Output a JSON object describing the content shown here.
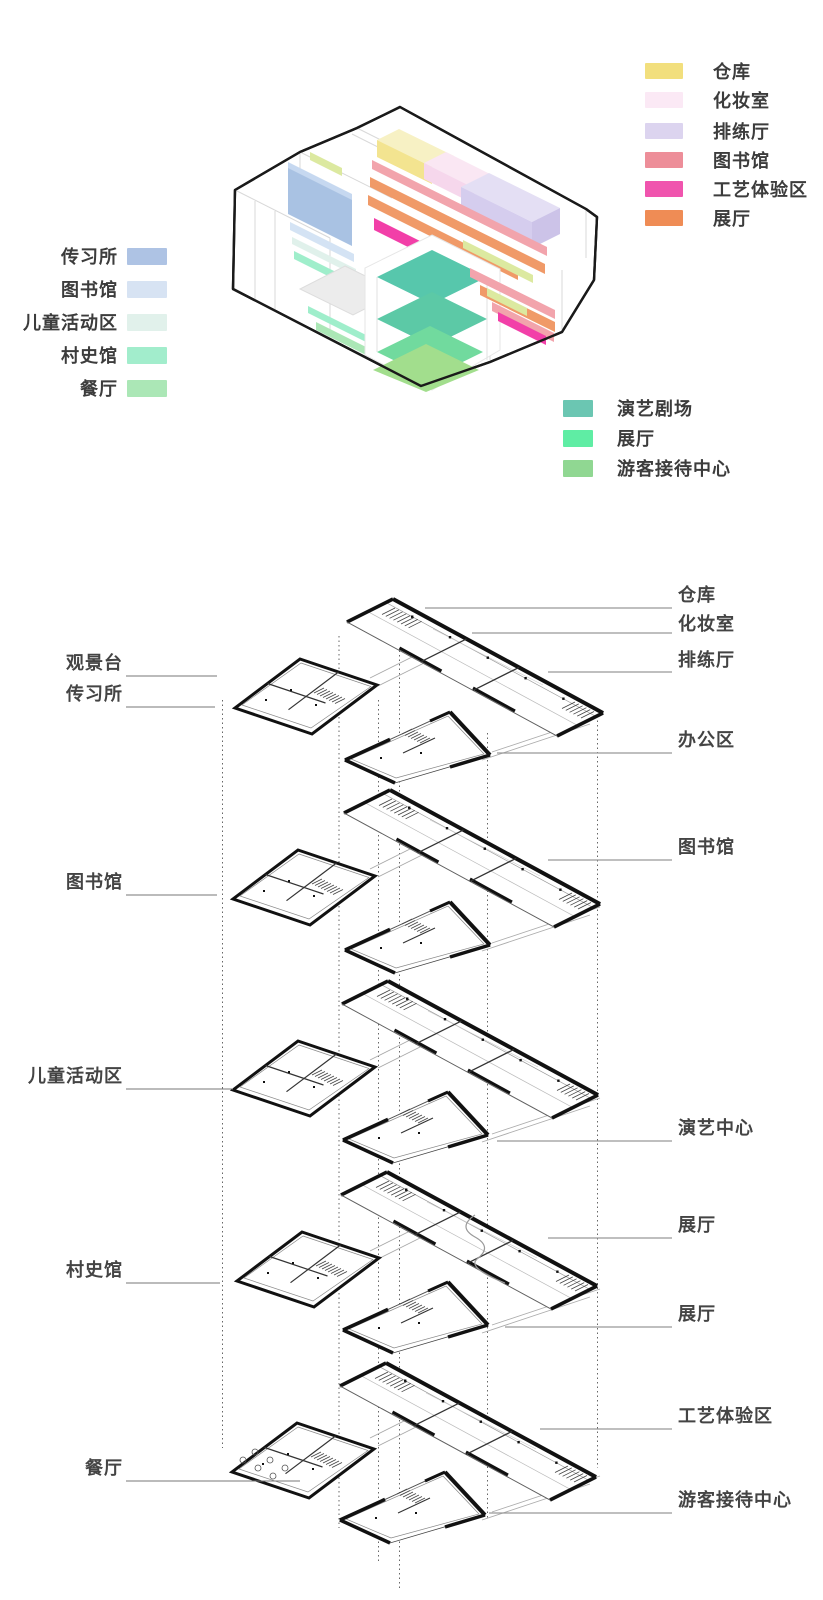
{
  "legend_left": {
    "items": [
      {
        "label": "传习所",
        "color": "#AEC3E4"
      },
      {
        "label": "图书馆",
        "color": "#D7E3F3"
      },
      {
        "label": "儿童活动区",
        "color": "#E1F1EB"
      },
      {
        "label": "村史馆",
        "color": "#A2EDCC"
      },
      {
        "label": "餐厅",
        "color": "#ABE7B6"
      }
    ]
  },
  "legend_right_top": {
    "items": [
      {
        "label": "仓库",
        "color": "#F2DF7D"
      },
      {
        "label": "化妆室",
        "color": "#FBE9F5"
      },
      {
        "label": "排练厅",
        "color": "#DCD4EF"
      },
      {
        "label": "图书馆",
        "color": "#ED8E99"
      },
      {
        "label": "工艺体验区",
        "color": "#F054AE"
      },
      {
        "label": "展厅",
        "color": "#EF8C55"
      }
    ]
  },
  "legend_mid": {
    "items": [
      {
        "label": "演艺剧场",
        "color": "#6BC6B2"
      },
      {
        "label": "展厅",
        "color": "#5FEDA4"
      },
      {
        "label": "游客接待中心",
        "color": "#90D792"
      }
    ]
  },
  "plan_labels_left": [
    {
      "label": "观景台"
    },
    {
      "label": "传习所"
    },
    {
      "label": "图书馆"
    },
    {
      "label": "儿童活动区"
    },
    {
      "label": "村史馆"
    },
    {
      "label": "餐厅"
    }
  ],
  "plan_labels_right": [
    {
      "label": "仓库"
    },
    {
      "label": "化妆室"
    },
    {
      "label": "排练厅"
    },
    {
      "label": "办公区"
    },
    {
      "label": "图书馆"
    },
    {
      "label": "演艺中心"
    },
    {
      "label": "展厅"
    },
    {
      "label": "展厅"
    },
    {
      "label": "工艺体验区"
    },
    {
      "label": "游客接待中心"
    }
  ]
}
